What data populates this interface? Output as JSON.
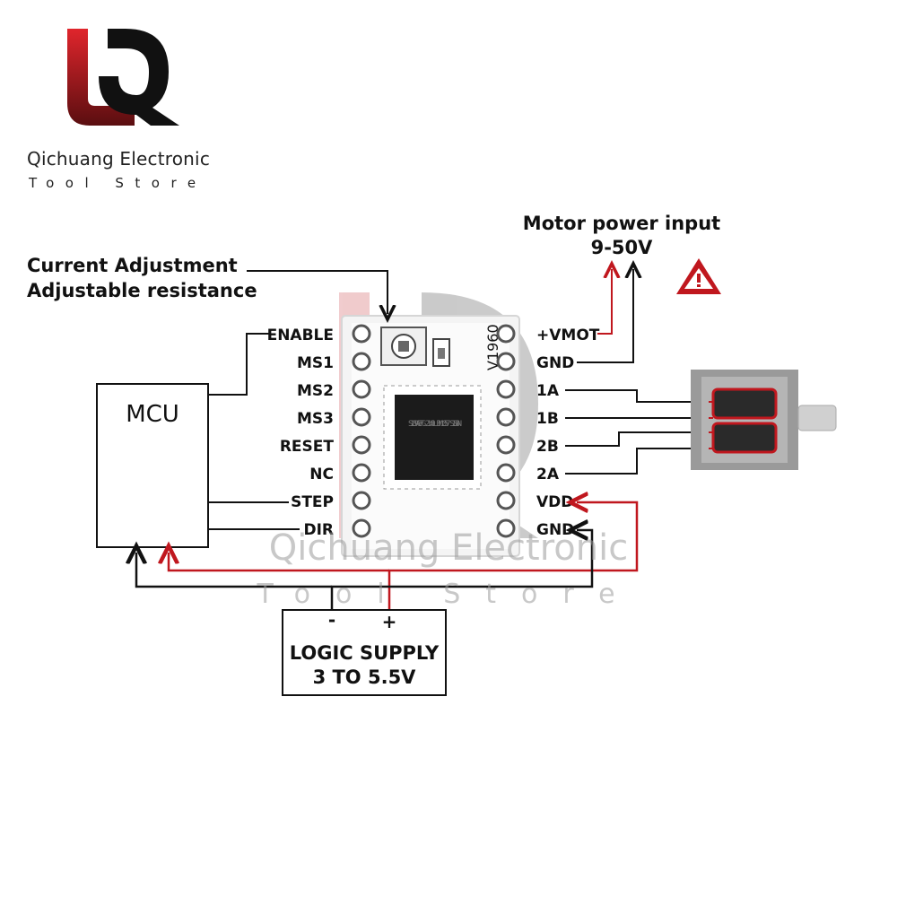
{
  "brand": {
    "name": "Qichuang Electronic",
    "tagline": "Tool Store",
    "logo_letters": "LQ",
    "colors": {
      "red": "#c0171e",
      "black": "#111111"
    }
  },
  "annotations": {
    "current_adjustment": "Current Adjustment",
    "adjustable_resistance": "Adjustable resistance",
    "motor_power_line1": "Motor power input",
    "motor_power_line2": "9-50V",
    "warning_icon": "warning-triangle-icon"
  },
  "mcu": {
    "label": "MCU"
  },
  "board": {
    "label": "V1960",
    "chip_markings": "S109AEFG 2140L BM1057 S1S8N",
    "left_pins": [
      "ENABLE",
      "MS1",
      "MS2",
      "MS3",
      "RESET",
      "NC",
      "STEP",
      "DIR"
    ],
    "right_pins": [
      "+VMOT",
      "GND",
      "1A",
      "1B",
      "2B",
      "2A",
      "VDD",
      "GND"
    ]
  },
  "logic_supply": {
    "line1": "LOGIC SUPPLY",
    "line2": "3 TO 5.5V",
    "minus": "-",
    "plus": "+"
  },
  "watermark": {
    "line1": "Qichuang Electronic",
    "line2": "Tool Store"
  },
  "wire_colors": {
    "power": "#c0171e",
    "ground": "#111111"
  }
}
